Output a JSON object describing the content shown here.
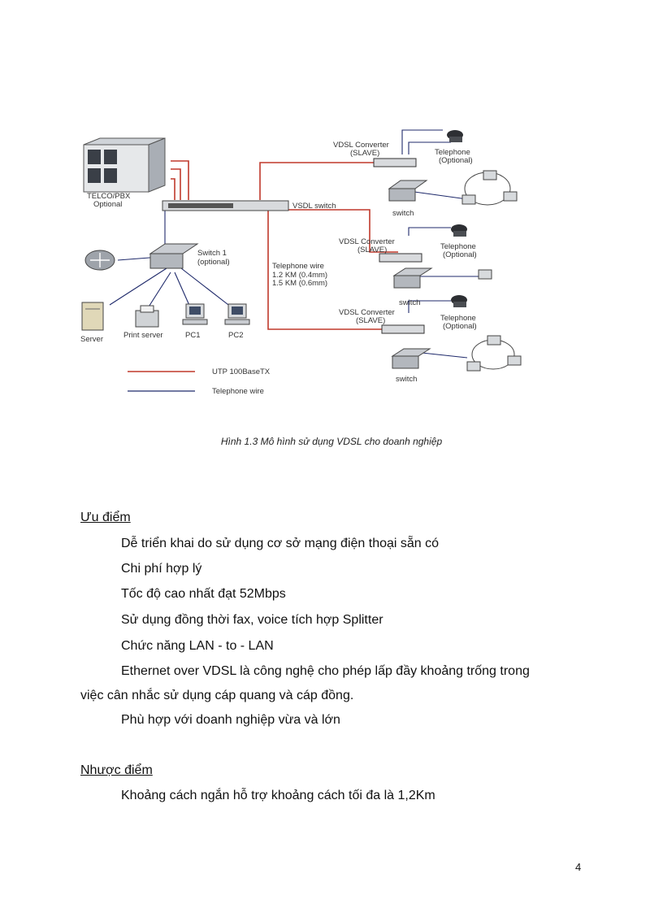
{
  "figure": {
    "labels": {
      "telco": "TELCO/PBX",
      "telco_sub": "Optional",
      "vdsl_switch": "VSDL switch",
      "switch1": "Switch 1",
      "switch1_sub": "(optional)",
      "telephone_wire": "Telephone wire",
      "wire_len1": "1.2 KM (0.4mm)",
      "wire_len2": "1.5 KM (0.6mm)",
      "server": "Server",
      "print_server": "Print server",
      "pc1": "PC1",
      "pc2": "PC2",
      "converter": "VDSL Converter",
      "slave": "(SLAVE)",
      "telephone": "Telephone",
      "optional": "(Optional)",
      "switch": "switch"
    },
    "legend": [
      {
        "label": "UTP 100BaseTX",
        "color": "#c0392b"
      },
      {
        "label": "Telephone wire",
        "color": "#1f2a6b"
      }
    ]
  },
  "caption": "Hình 1.3  Mô hình sử dụng VDSL cho doanh nghiệp",
  "advantages": {
    "heading": "Ưu điểm",
    "items": [
      "Dễ triển khai do sử dụng cơ sở mạng điện thoại sẵn có",
      "Chi phí hợp lý",
      "Tốc độ cao nhất đạt 52Mbps",
      "Sử dụng đồng thời fax, voice tích hợp Splitter",
      "Chức năng LAN - to - LAN",
      "Ethernet over VDSL là công nghệ cho phép lấp đầy khoảng trống trong",
      "Phù hợp với doanh nghiệp vừa và lớn"
    ],
    "continuation": "việc cân nhắc sử dụng cáp quang và cáp đồng."
  },
  "disadvantages": {
    "heading": "Nhược điểm",
    "items": [
      "Khoảng cách ngắn hỗ trợ khoảng cách tối đa là 1,2Km"
    ]
  },
  "page_number": "4"
}
